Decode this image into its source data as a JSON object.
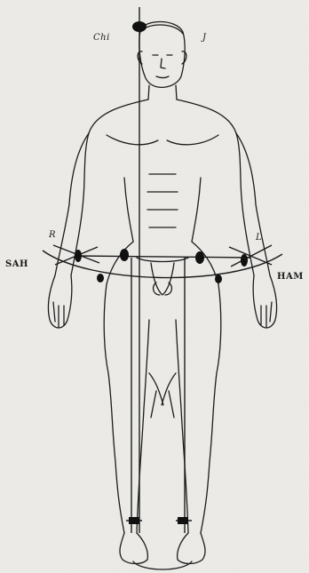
{
  "labels": {
    "top_left": "Chi",
    "top_right": "J",
    "left_marker": "R",
    "right_marker": "L",
    "left_side": "SAH",
    "right_side": "HAM"
  },
  "colors": {
    "background": "#ecebe8",
    "ink": "#1c1c1c",
    "marker": "#111111"
  }
}
